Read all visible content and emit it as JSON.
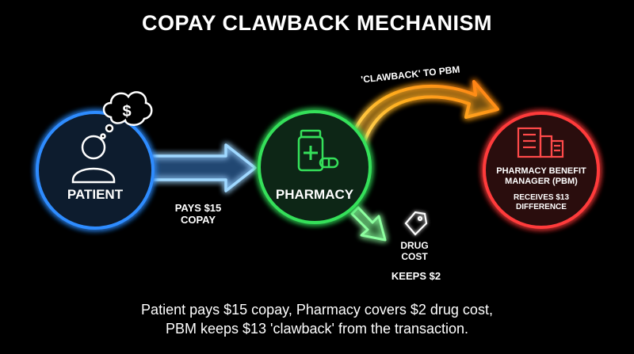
{
  "title": "COPAY CLAWBACK MECHANISM",
  "nodes": {
    "patient": {
      "label": "PATIENT"
    },
    "pharmacy": {
      "label": "PHARMACY"
    },
    "pbm": {
      "label_line1": "PHARMACY BENEFIT",
      "label_line2": "MANAGER (PBM)",
      "note_line1": "RECEIVES $13",
      "note_line2": "DIFFERENCE"
    }
  },
  "arrows": {
    "patient_to_pharmacy": {
      "line1": "PAYS $15",
      "line2": "COPAY"
    },
    "pharmacy_to_pbm": {
      "label": "'CLAWBACK' TO PBM"
    },
    "pharmacy_to_drug": {
      "line1": "DRUG",
      "line2": "COST",
      "line3": "KEEPS $2"
    }
  },
  "caption": {
    "line1": "Patient pays $15 copay, Pharmacy covers $2 drug cost,",
    "line2": "PBM keeps $13 'clawback' from the transaction."
  },
  "colors": {
    "background": "#000000",
    "patient": "#2f8cff",
    "patient_fill": "#1a2a3f",
    "pharmacy": "#35e05a",
    "pharmacy_fill": "#163a1c",
    "pbm": "#ff3b3b",
    "pbm_fill": "#401a1a",
    "clawback": "#ffb020",
    "flow_blue": "#9fd8ff",
    "flow_green": "#8dffa0"
  },
  "icons": [
    "money-thought-icon",
    "person-icon",
    "pill-bottle-icon",
    "building-icon",
    "price-tag-icon"
  ]
}
